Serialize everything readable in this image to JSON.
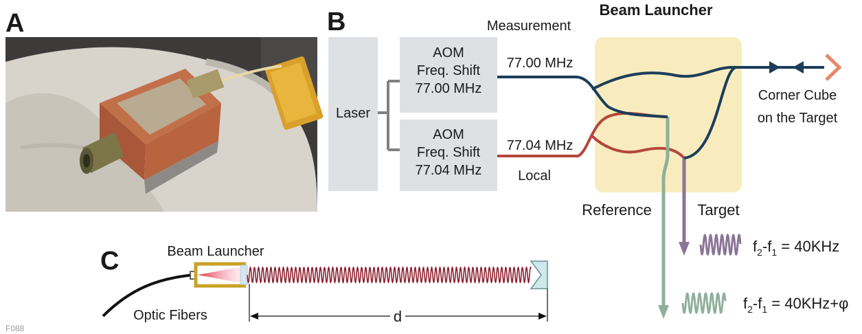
{
  "panels": {
    "a": {
      "letter": "A"
    },
    "b": {
      "letter": "B"
    },
    "c": {
      "letter": "C"
    }
  },
  "diagram_b": {
    "title": "Beam Launcher",
    "laser_label": "Laser",
    "aom_top": {
      "line1": "AOM",
      "line2": "Freq. Shift",
      "line3": "77.00 MHz"
    },
    "aom_bottom": {
      "line1": "AOM",
      "line2": "Freq. Shift",
      "line3": "77.04 MHz"
    },
    "measurement_label": "Measurement",
    "local_label": "Local",
    "freq_top": "77.00 MHz",
    "freq_bottom": "77.04 MHz",
    "corner_cube_line1": "Corner Cube",
    "corner_cube_line2": "on the Target",
    "reference_label": "Reference",
    "target_label": "Target",
    "beat_target": {
      "a": "f",
      "s1": "2",
      "b": "-f",
      "s2": "1",
      "c": " = 40KHz"
    },
    "beat_reference": {
      "a": "f",
      "s1": "2",
      "b": "-f",
      "s2": "1",
      "c": " = 40KHz+φ"
    }
  },
  "diagram_c": {
    "beam_launcher_label": "Beam Launcher",
    "optic_fibers_label": "Optic Fibers",
    "distance_label": "d"
  },
  "figure_code": "F088",
  "colors": {
    "measurement_line": "#1c3d5a",
    "local_line": "#b5473a",
    "reference_line": "#8fb09a",
    "target_line": "#8b7596",
    "launcher_bg": "#f8ecbe",
    "box_bg": "#dde1e4",
    "corner_arrow": "#e8876a"
  }
}
